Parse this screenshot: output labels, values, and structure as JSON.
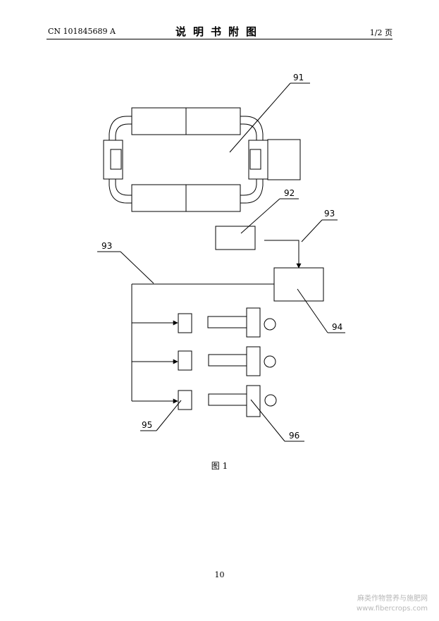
{
  "header": {
    "doc_number": "CN 101845689 A",
    "title": "说明书附图",
    "page_fraction": "1/2 页"
  },
  "figure": {
    "labels": {
      "l91": "91",
      "l92": "92",
      "l93a": "93",
      "l93b": "93",
      "l94": "94",
      "l95": "95",
      "l96": "96"
    },
    "caption": "图 1"
  },
  "footer": {
    "page_number": "10"
  },
  "watermark": {
    "line1": "麻类作物营养与施肥网",
    "line2": "www.fibercrops.com"
  }
}
